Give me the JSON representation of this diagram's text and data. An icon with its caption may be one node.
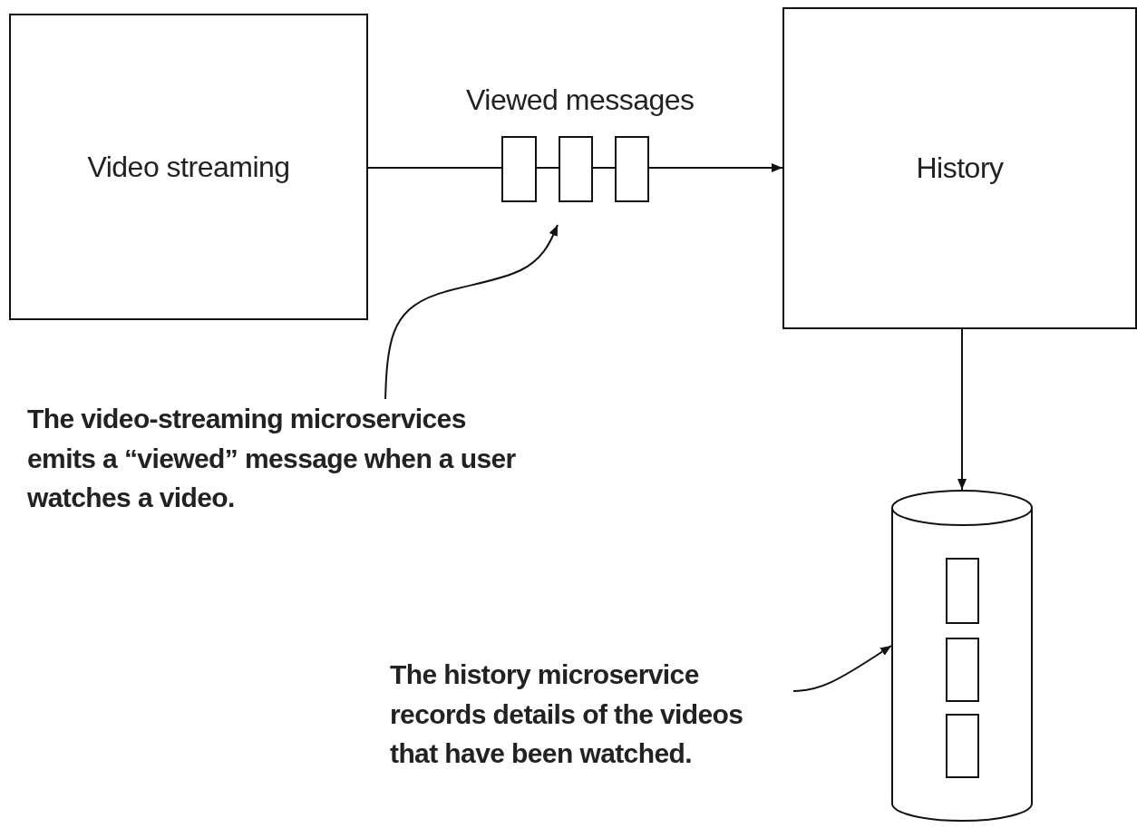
{
  "diagram": {
    "nodes": [
      {
        "text": [
          "Video streaming"
        ]
      },
      {
        "text": [
          "History"
        ]
      },
      {
        "text": [],
        "shape": "box"
      },
      {
        "text": [],
        "shape": "box"
      },
      {
        "text": [],
        "shape": "box"
      },
      {
        "text": [],
        "shape": "cylinder"
      },
      {
        "text": [],
        "shape": "box",
        "in": 5
      },
      {
        "text": [],
        "shape": "box",
        "in": 5
      },
      {
        "text": [],
        "shape": "box",
        "in": 5
      },
      {
        "text": [
          "The video-streaming microservices emits a “viewed” message when a user watches a video."
        ]
      },
      {
        "text": [
          "The history microservice records details of the videos that have been watched."
        ]
      }
    ],
    "edges": [
      {
        "from": 0,
        "to": 2,
        "arrow": "none"
      },
      {
        "from": 2,
        "to": 3,
        "arrow": "none"
      },
      {
        "from": 3,
        "to": 4,
        "arrow": "none"
      },
      {
        "from": 4,
        "to": 1,
        "arrow": "to"
      },
      {
        "from": 1,
        "to": 5,
        "arrow": "to"
      },
      {
        "from": 9,
        "to": 3,
        "arrow": "to"
      },
      {
        "from": 10,
        "to": 5,
        "arrow": "to"
      }
    ],
    "labels": [
      "Viewed messages"
    ]
  }
}
